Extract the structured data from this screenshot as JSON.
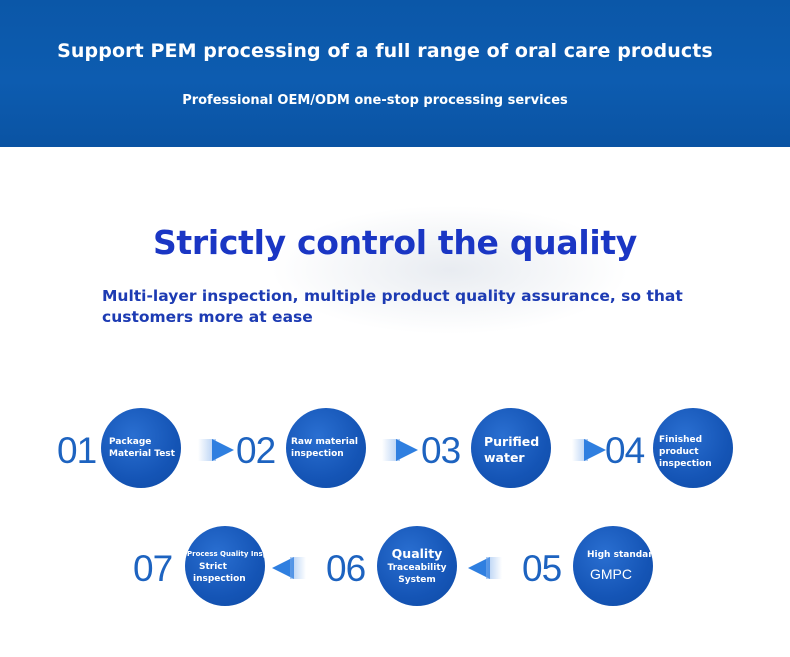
{
  "banner": {
    "title": "Support PEM processing of a full range of oral care products",
    "subtitle": "Professional OEM/ODM one-stop processing services"
  },
  "section": {
    "title": "Strictly control the quality",
    "description_line1": "Multi-layer inspection, multiple product quality assurance, so that",
    "description_line2": "customers more at ease"
  },
  "steps": [
    {
      "num": "01",
      "line1": "Package",
      "line2": "Material Test"
    },
    {
      "num": "02",
      "line1": "Raw material",
      "line2": "inspection"
    },
    {
      "num": "03",
      "line1": "Purified",
      "line2": "water"
    },
    {
      "num": "04",
      "line1": "Finished",
      "line2": "product",
      "line3": "inspection"
    },
    {
      "num": "05",
      "line1": "High standard",
      "line2": "GMPC"
    },
    {
      "num": "06",
      "line1": "Quality",
      "line2": "Traceability",
      "line3": "System"
    },
    {
      "num": "07",
      "line1": "Process Quality Inspection",
      "line2": "Strict",
      "line3": "inspection"
    }
  ],
  "colors": {
    "banner": "#0b57a8",
    "heading": "#1a36c4",
    "circle": "#1555b6",
    "number": "#1d63c0",
    "arrow": "#2f7fe0"
  }
}
